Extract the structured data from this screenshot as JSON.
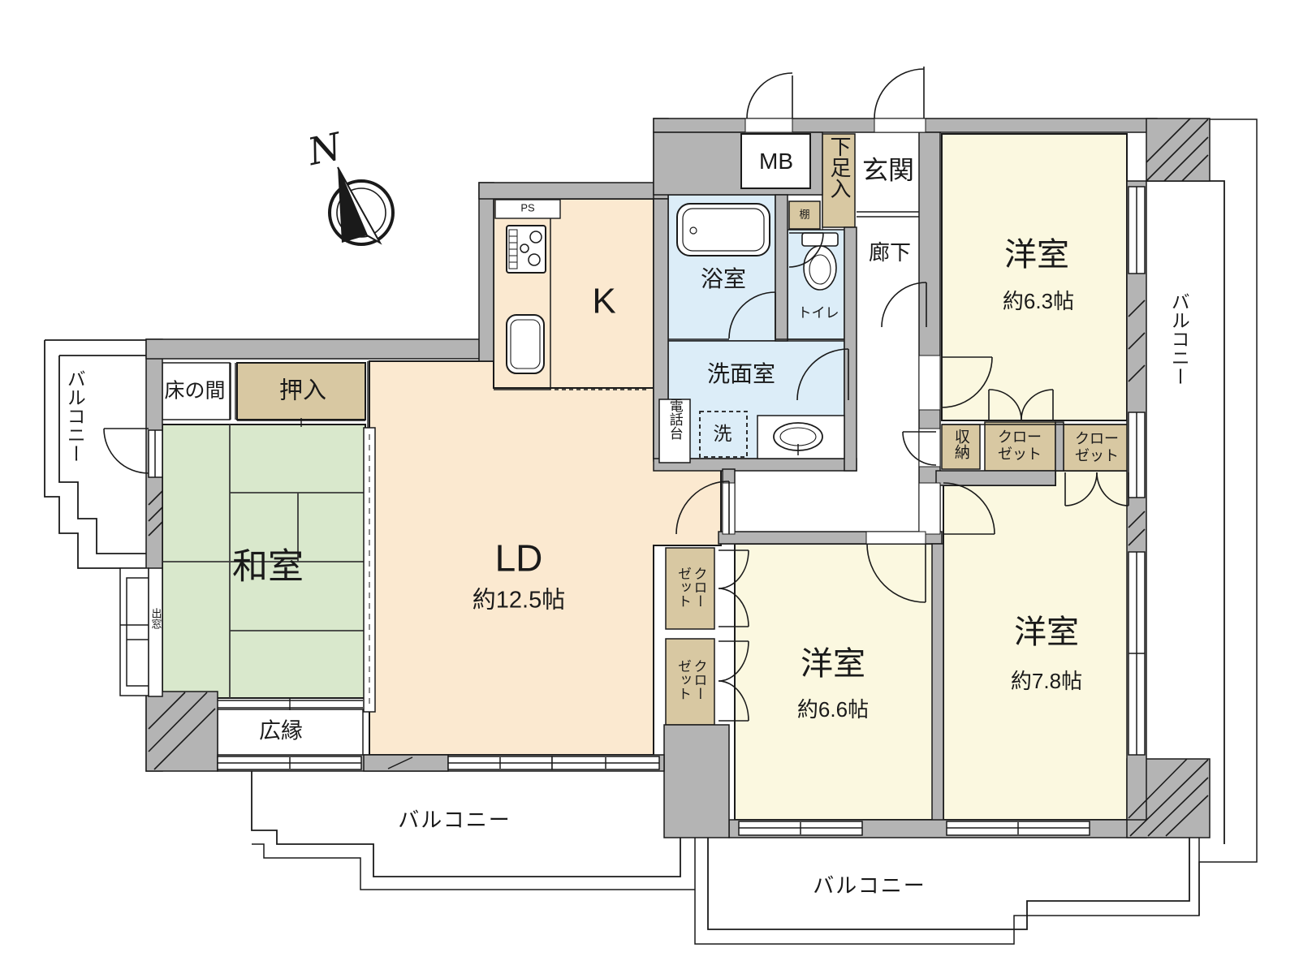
{
  "colors": {
    "wall_gray": "#b4b4b4",
    "ld_kitchen_fill": "#fbe9d0",
    "bedroom_fill": "#fbf8e0",
    "tatami_fill": "#d9e8cc",
    "wet_area_fill": "#dcedf8",
    "storage_fill": "#d8c8a2",
    "line": "#1a1a1a"
  },
  "compass": {
    "north": "N"
  },
  "rooms": {
    "kitchen": {
      "name": "K"
    },
    "living_dining": {
      "name": "LD",
      "area": "約12.5帖"
    },
    "japanese_room": {
      "name": "和室"
    },
    "hiroen": {
      "name": "広縁"
    },
    "tokonoma": {
      "name": "床の間"
    },
    "western_room_63": {
      "name": "洋室",
      "area": "約6.3帖"
    },
    "western_room_66": {
      "name": "洋室",
      "area": "約6.6帖"
    },
    "western_room_78": {
      "name": "洋室",
      "area": "約7.8帖"
    },
    "bathroom": {
      "name": "浴室"
    },
    "toilet": {
      "name": "トイレ"
    },
    "washroom": {
      "name": "洗面室"
    },
    "entrance": {
      "name": "玄関"
    },
    "hallway": {
      "name": "廊下"
    }
  },
  "storage": {
    "oshiire": "押入",
    "shoe_cabinet": "下足入",
    "shelf": "棚",
    "storage_small": "収納",
    "closet_63a": "クローゼット",
    "closet_63b": "クローゼット",
    "closet_66a": "クローゼット",
    "closet_66b": "クローゼット"
  },
  "features": {
    "meter_box": "MB",
    "pipe_space": "PS",
    "washer": "洗",
    "phone_stand": "電話台",
    "bay_window": "出窓",
    "balcony_left": "バルコニー",
    "balcony_right": "バルコニー",
    "balcony_bottom_left": "バルコニー",
    "balcony_bottom_right": "バルコニー"
  }
}
